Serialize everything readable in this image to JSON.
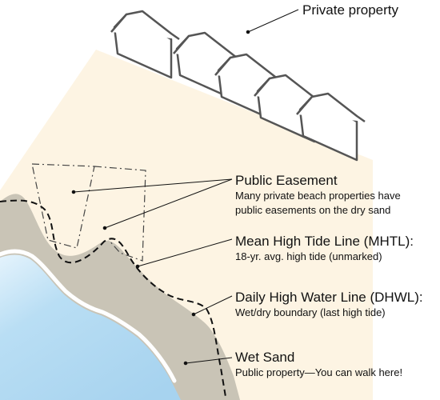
{
  "labels": {
    "private_property": {
      "title": "Private property"
    },
    "public_easement": {
      "title": "Public Easement",
      "desc_line1": "Many private beach properties have",
      "desc_line2": "public easements on the dry sand"
    },
    "mhtl": {
      "title": "Mean High Tide Line (MHTL):",
      "desc": "18-yr. avg. high tide (unmarked)"
    },
    "dhwl": {
      "title": "Daily High Water Line (DHWL):",
      "desc": "Wet/dry boundary (last high tide)"
    },
    "wet_sand": {
      "title": "Wet Sand",
      "desc": "Public property—You can walk here!"
    }
  },
  "colors": {
    "dry_sand": "#fdf4e3",
    "wet_sand": "#c9c4b6",
    "water": "#b9def4",
    "house_stroke": "#555555"
  }
}
